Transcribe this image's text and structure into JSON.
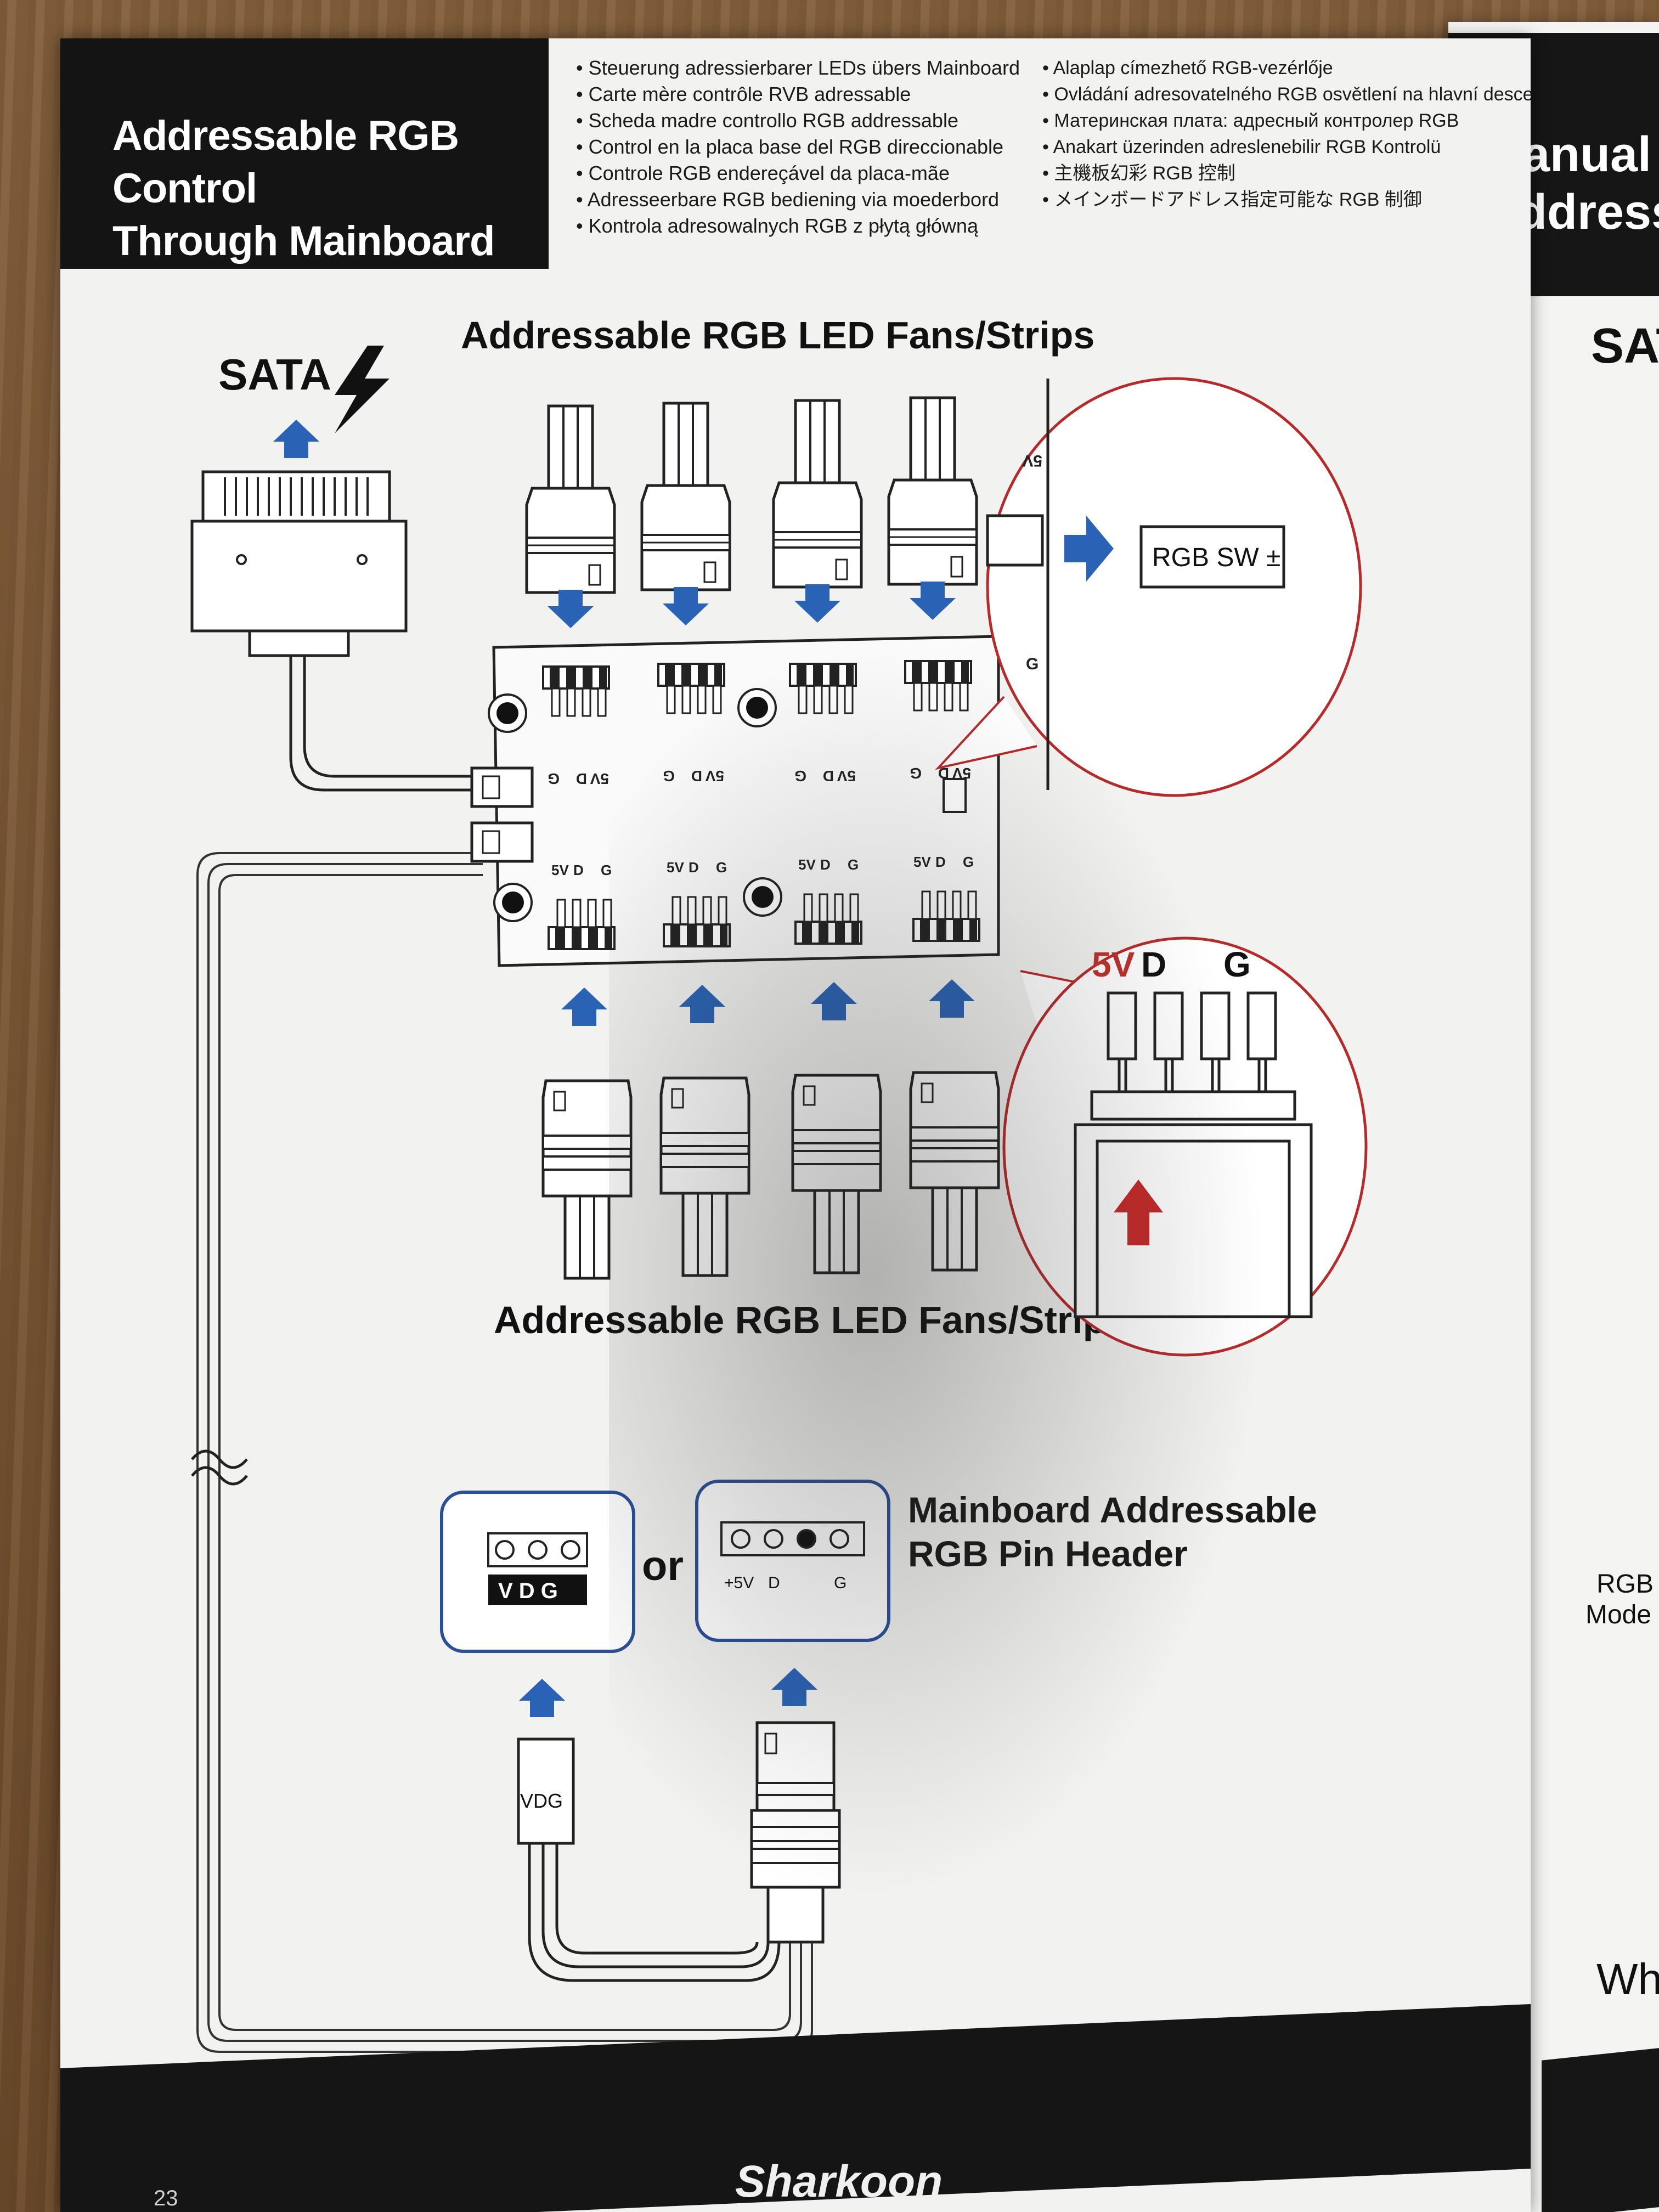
{
  "header": {
    "title_line1": "Addressable RGB Control",
    "title_line2": "Through Mainboard"
  },
  "languages_col1": [
    "Steuerung adressierbarer LEDs übers Mainboard",
    "Carte mère contrôle RVB adressable",
    "Scheda madre controllo RGB addressable",
    "Control en la placa base del RGB direccionable",
    "Controle RGB endereçável da placa-mãe",
    "Adresseerbare RGB bediening via moederbord",
    "Kontrola adresowalnych RGB z płytą główną"
  ],
  "languages_col2": [
    "Alaplap címezhető RGB-vezérlője",
    "Ovládání adresovatelného RGB osvětlení na hlavní desce",
    "Материнская плата: адресный контролер RGB",
    "Anakart üzerinden adreslenebilir RGB Kontrolü",
    "主機板幻彩 RGB 控制",
    "メインボードアドレス指定可能な RGB 制御"
  ],
  "diagram": {
    "sata_label": "SATA",
    "top_label": "Addressable RGB LED Fans/Strips",
    "bottom_label": "Addressable RGB LED Fans/Strips",
    "rgb_sw_label": "RGB SW ±",
    "zoom_5v": "5V",
    "zoom_d": "D",
    "zoom_g": "G",
    "pin_5v": "5V",
    "pin_d": "D",
    "pin_g": "G",
    "header_vdg": "V D G",
    "or_label": "or",
    "header_5v": "+5V",
    "header_d": "D",
    "header_g": "G",
    "vdg_connector": "VDG",
    "mainboard_label_line1": "Mainboard Addressable",
    "mainboard_label_line2": "RGB Pin Header"
  },
  "footer": {
    "brand": "Sharkoon",
    "page_number": "23"
  },
  "right_page": {
    "title_line1": "Manual",
    "title_line2": "Addressabl",
    "sata": "SAT",
    "rgb": "RGB",
    "mode": "Mode",
    "wh": "Wh"
  },
  "colors": {
    "arrow_blue": "#2a63b5",
    "zoom_red": "#b72a2a",
    "header_black": "#141414"
  }
}
